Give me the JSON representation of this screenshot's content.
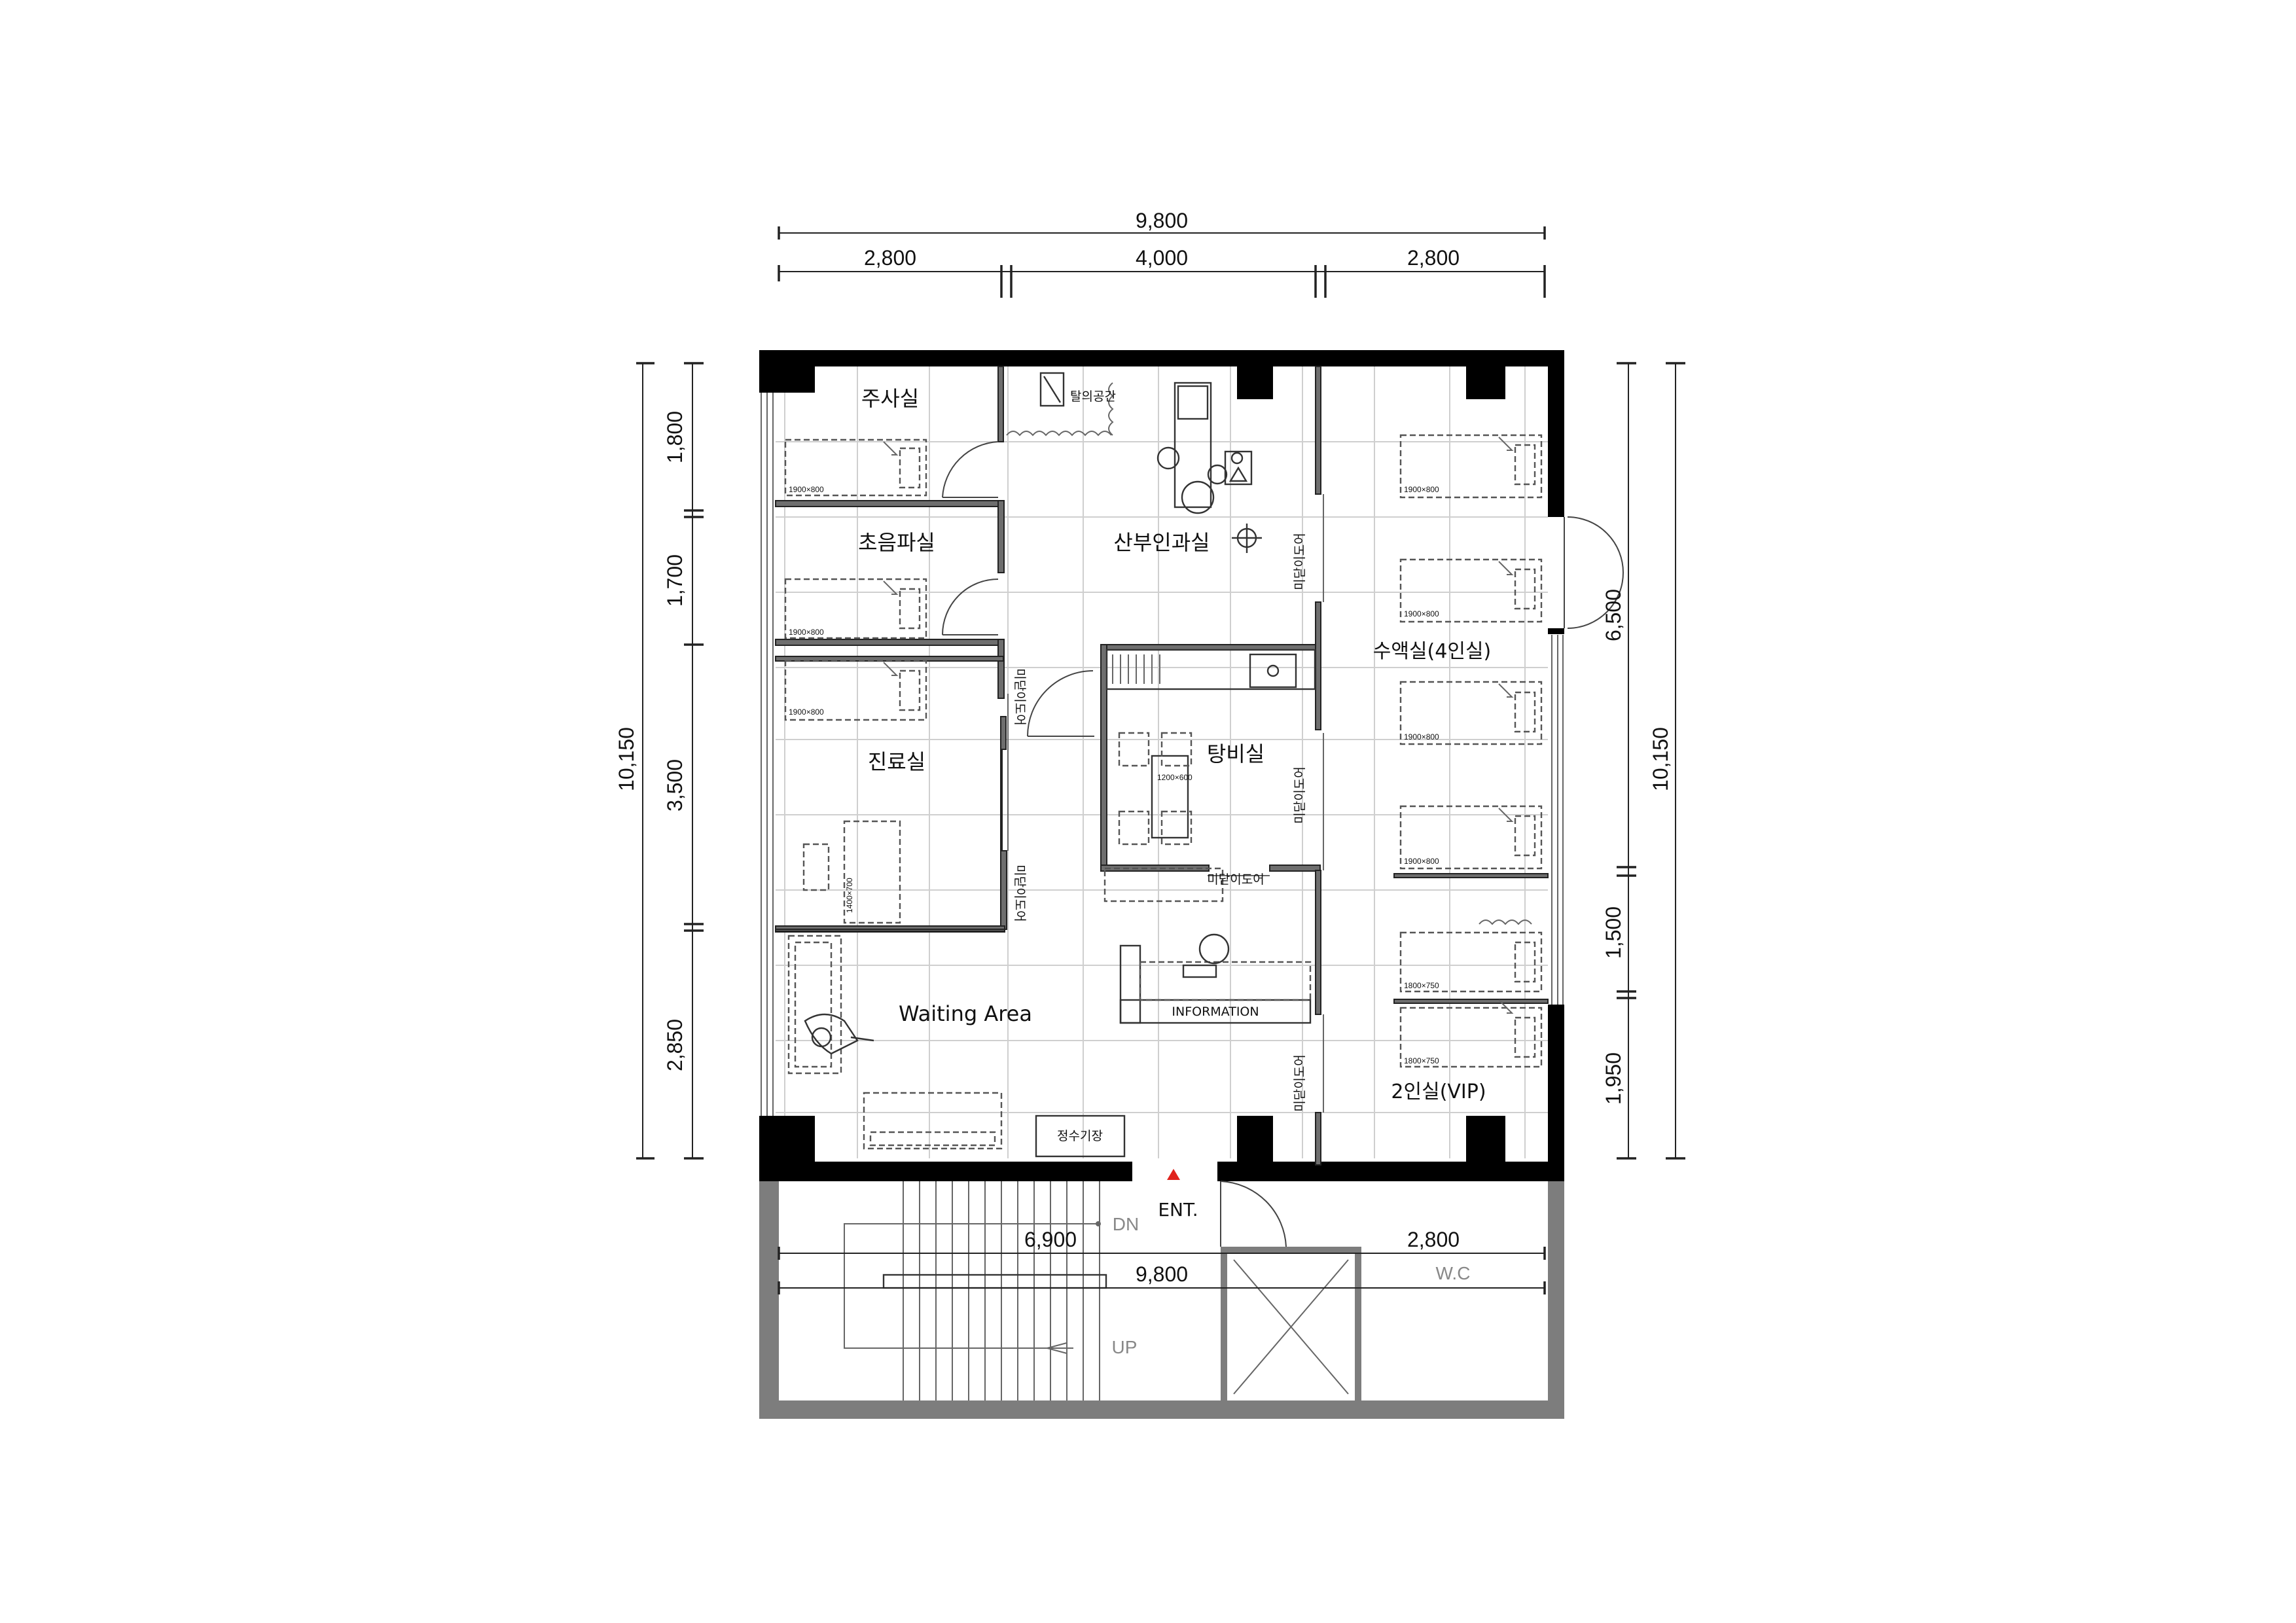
{
  "dimensions": {
    "top_total": "9,800",
    "top_segments": [
      "2,800",
      "4,000",
      "2,800"
    ],
    "left_total": "10,150",
    "left_segments": [
      "1,800",
      "1,700",
      "3,500",
      "2,850"
    ],
    "right_total": "10,150",
    "right_segments": [
      "6,500",
      "1,500",
      "1,950"
    ],
    "bottom_left_partial": "6,900",
    "bottom_total": "9,800",
    "bottom_right_partial": "2,800"
  },
  "rooms": {
    "injection": "주사실",
    "ultrasound": "초음파실",
    "obgyn": "산부인과실",
    "exam": "진료실",
    "pantry": "탕비실",
    "iv_room": "수액실(4인실)",
    "waiting": "Waiting Area",
    "vip": "2인실(VIP)",
    "changing": "탈의공간",
    "information": "INFORMATION",
    "water_cabinet": "정수기장",
    "wc": "W.C",
    "entrance": "ENT.",
    "stair_down": "DN",
    "stair_up": "UP"
  },
  "sliding_door_label": "미닫이도어",
  "furniture_labels": {
    "bed_1900x800": "1900×800",
    "bed_1800x750": "1800×750",
    "table_1200x600": "1200×600",
    "desk_1400x700": "1400×700"
  },
  "colors": {
    "wall": "#000000",
    "partition": "#6e6e6e",
    "grid": "#cfcfcf",
    "entrance_marker": "#e0231d"
  }
}
